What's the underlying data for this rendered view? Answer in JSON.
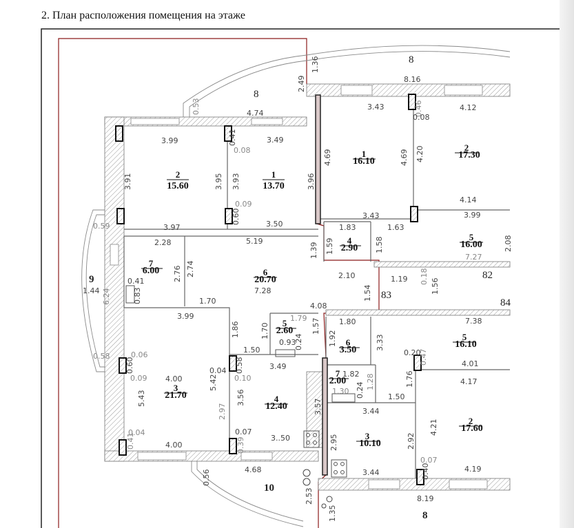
{
  "title": "2. План расположения помещения на этаже",
  "colors": {
    "outline_red": "#8b1a1a",
    "wall_hatch": "#999999",
    "text": "#111111"
  },
  "rooms": [
    {
      "num": "2",
      "area": "15.60"
    },
    {
      "num": "1",
      "area": "13.70"
    },
    {
      "num": "7",
      "area": "6.00"
    },
    {
      "num": "6",
      "area": "20.70"
    },
    {
      "num": "3",
      "area": "21.70"
    },
    {
      "num": "4",
      "area": "12.40"
    },
    {
      "num": "5",
      "area": "2.60"
    },
    {
      "num": "1",
      "area": "16.10"
    },
    {
      "num": "2",
      "area": "17.30"
    },
    {
      "num": "4",
      "area": "2.90"
    },
    {
      "num": "5",
      "area": "16.00"
    },
    {
      "num": "6",
      "area": "3.50"
    },
    {
      "num": "7",
      "area": "2.00"
    },
    {
      "num": "5",
      "area": "16.10"
    },
    {
      "num": "3",
      "area": "10.10"
    },
    {
      "num": "2",
      "area": "17.60"
    }
  ],
  "labels": [
    "8",
    "8",
    "9",
    "1.44",
    "10",
    "8",
    "83",
    "82",
    "84"
  ],
  "dims": [
    "1.36",
    "2.49",
    "0.53",
    "4.74",
    "3.99",
    "0.41",
    "0.08",
    "3.49",
    "3.91",
    "3.95",
    "3.93",
    "3.96",
    "0.09",
    "0.60",
    "0.59",
    "3.97",
    "3.50",
    "2.28",
    "5.19",
    "1.39",
    "2.76",
    "2.74",
    "0.41",
    "0.83",
    "6.24",
    "7.28",
    "1.70",
    "4.08",
    "3.99",
    "1.86",
    "1.79",
    "1.70",
    "1.57",
    "0.93",
    "0.24",
    "1.50",
    "0.58",
    "0.06",
    "0.60",
    "0.04",
    "0.58",
    "3.49",
    "0.09",
    "0.10",
    "4.00",
    "5.43",
    "5.42",
    "2.97",
    "3.56",
    "3.57",
    "0.04",
    "0.41",
    "0.07",
    "0.39",
    "3..50",
    "4.00",
    "0.56",
    "4.68",
    "2.53",
    "1.35",
    "3.43",
    "0.46",
    "0.08",
    "4.12",
    "4.69",
    "4.69",
    "4.20",
    "4.14",
    "3.43",
    "3.99",
    "1.83",
    "1.63",
    "1.59",
    "1.58",
    "2.08",
    "7.27",
    "2.10",
    "1.19",
    "0.18",
    "1.54",
    "1.56",
    "1.80",
    "7.38",
    "1.92",
    "3.33",
    "0.20",
    "0.47",
    "4.01",
    "1.82",
    "4.17",
    "1.28",
    "1.76",
    "0.24",
    "1.30",
    "1.50",
    "3.44",
    "4.21",
    "2.95",
    "2.92",
    "0.07",
    "0.40",
    "3.44",
    "4.19",
    "8.19",
    "8.16"
  ]
}
